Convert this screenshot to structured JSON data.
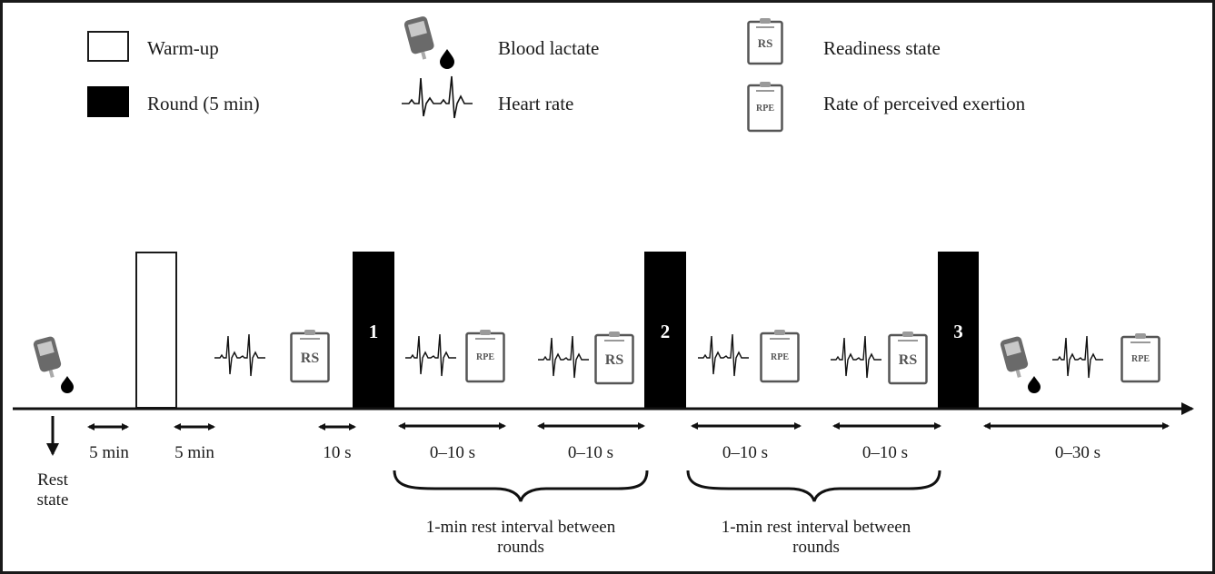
{
  "legend": [
    {
      "icon": "warm-up-box-icon",
      "label": "Warm-up"
    },
    {
      "icon": "round-box-icon",
      "label": "Round (5 min)"
    },
    {
      "icon": "blood-lactate-meter-icon",
      "label": "Blood lactate"
    },
    {
      "icon": "heart-rate-ecg-icon",
      "label": "Heart rate"
    },
    {
      "icon": "clipboard-rs-icon",
      "label": "Readiness state",
      "badge": "RS"
    },
    {
      "icon": "clipboard-rpe-icon",
      "label": "Rate of perceived exertion",
      "badge": "RPE"
    }
  ],
  "rounds": [
    "1",
    "2",
    "3"
  ],
  "clipboards": {
    "rs": "RS",
    "rpe": "RPE"
  },
  "rest_state": {
    "line1": "Rest",
    "line2": "state"
  },
  "durations": [
    "5 min",
    "5 min",
    "10 s",
    "0–10 s",
    "0–10 s",
    "0–10 s",
    "0–10 s",
    "0–30 s"
  ],
  "rest_interval": {
    "line1": "1-min rest interval between",
    "line2": "rounds"
  },
  "colors": {
    "ink": "#1a1a1a",
    "round_fill": "#000000",
    "icon_gray": "#555555",
    "clip_gray": "#9a9a9a"
  }
}
